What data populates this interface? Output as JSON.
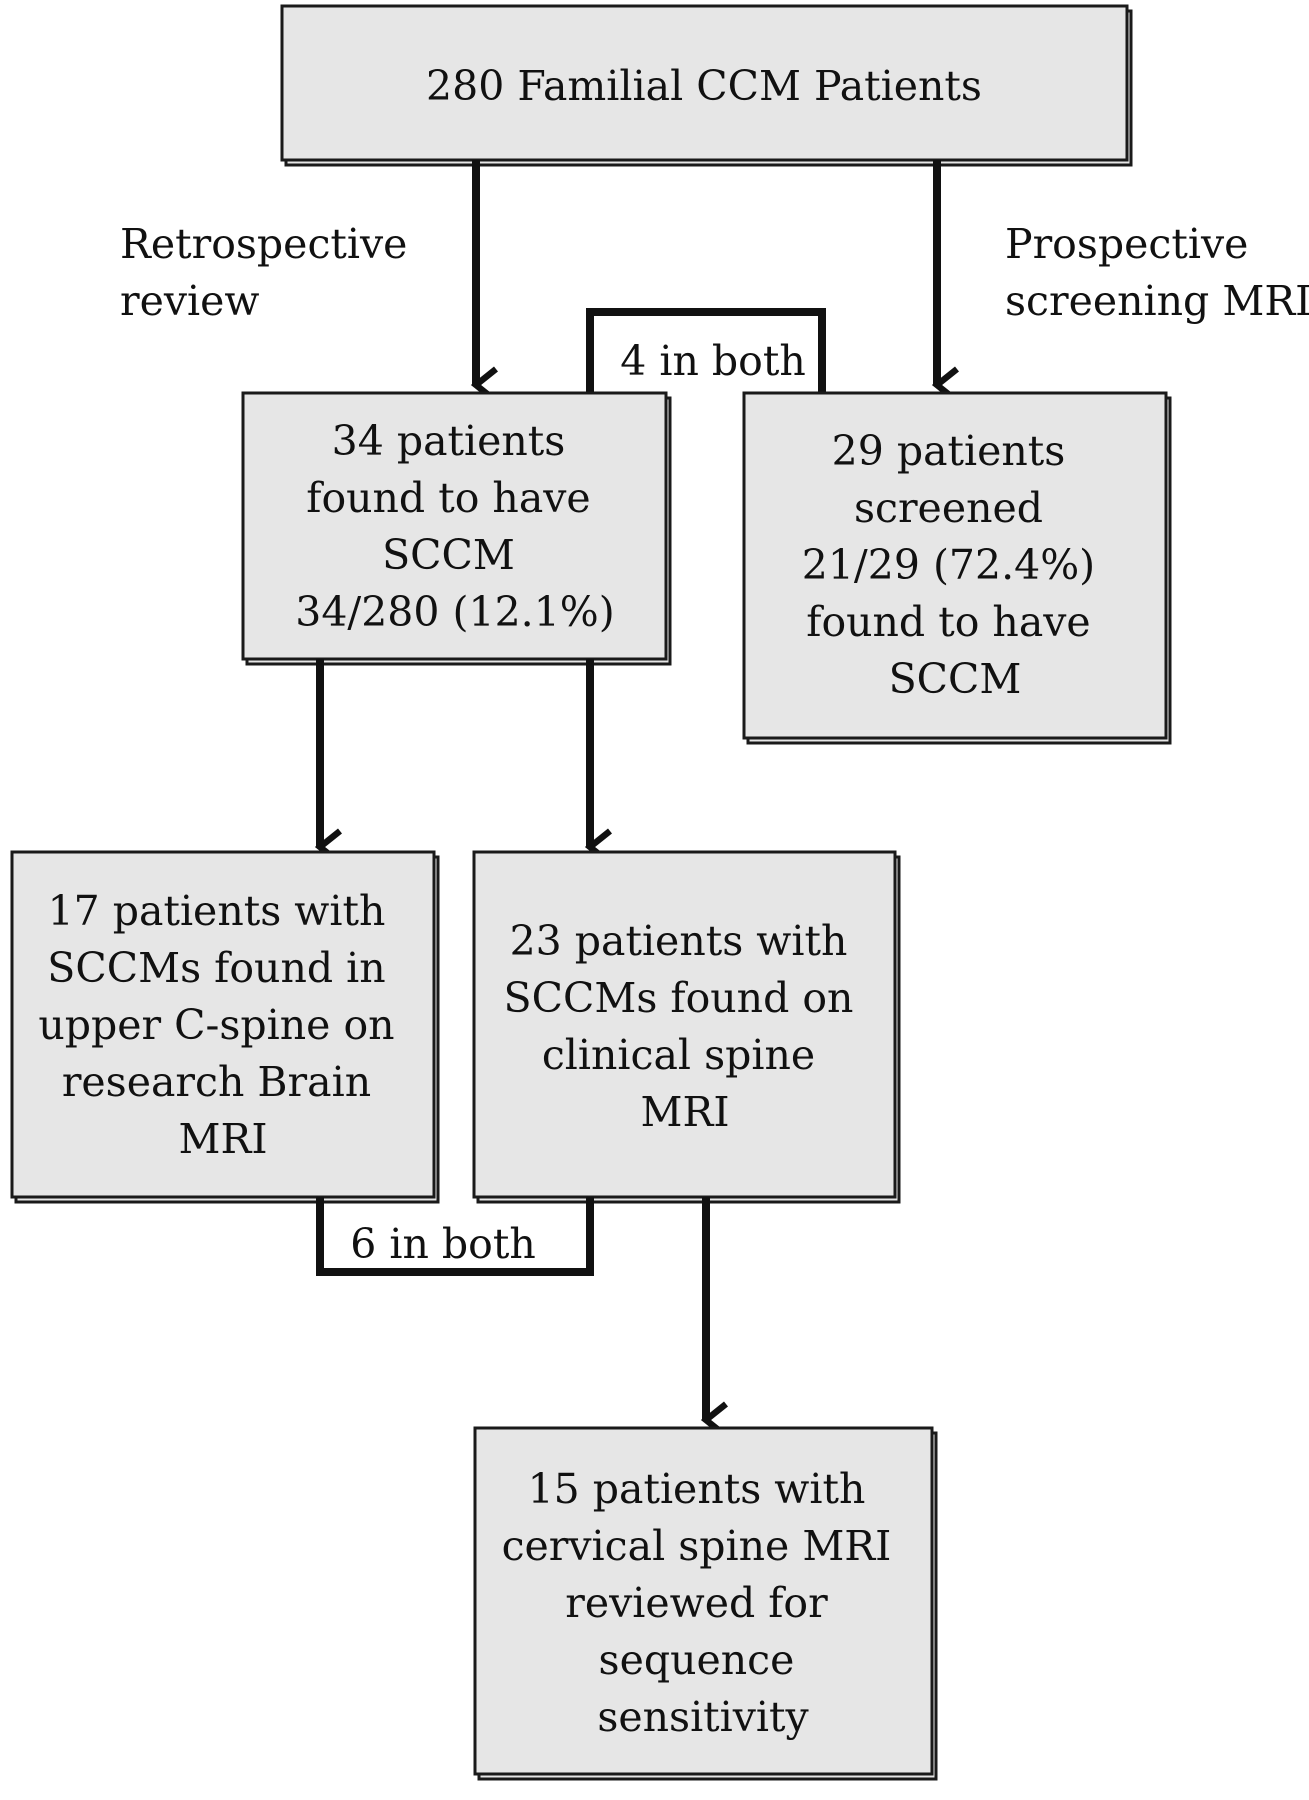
{
  "nodes": {
    "total": [
      "280 Familial CCM Patients"
    ],
    "retrospective_result": [
      "34 patients",
      "found to have",
      "SCCM",
      "34/280 (12.1%)"
    ],
    "prospective_result": [
      "29 patients",
      "screened",
      "21/29 (72.4%)",
      "found to have",
      "SCCM"
    ],
    "research_brain_mri": [
      "17 patients with",
      "SCCMs found in",
      "upper C-spine on",
      "research Brain",
      "MRI"
    ],
    "clinical_spine_mri": [
      "23 patients with",
      "SCCMs found on",
      "clinical spine",
      "MRI"
    ],
    "sequence_review": [
      "15 patients with",
      "cervical spine MRI",
      "reviewed for",
      "sequence",
      "sensitivity"
    ]
  },
  "edge_labels": {
    "retrospective": [
      "Retrospective",
      "review"
    ],
    "prospective": [
      "Prospective",
      "screening MRI"
    ],
    "overlap_top": "4 in both",
    "overlap_bottom": "6 in both"
  },
  "colors": {
    "box_fill": "#e6e6e6",
    "box_border": "#1a1a1a",
    "arrow": "#111111"
  }
}
